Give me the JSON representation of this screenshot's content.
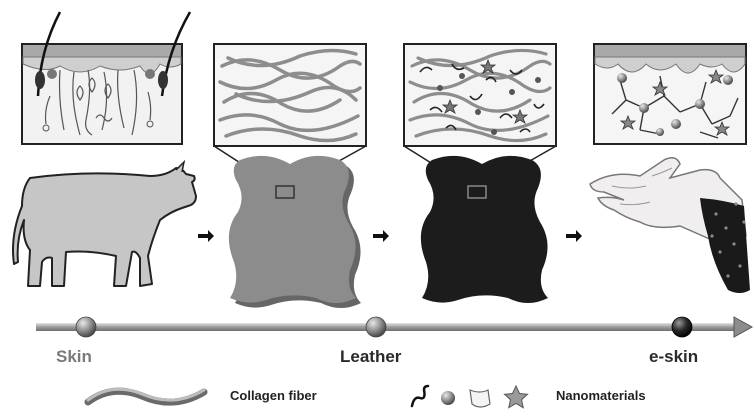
{
  "timeline": {
    "stages": [
      {
        "id": "skin",
        "label": "Skin"
      },
      {
        "id": "leather",
        "label": "Leather"
      },
      {
        "id": "eskin",
        "label": "e-skin"
      }
    ]
  },
  "legend": {
    "fiber_label": "Collagen fiber",
    "nano_label": "Nanomaterials"
  },
  "colors": {
    "hide_gray": "#8c8c8c",
    "hide_black": "#1c1c1c",
    "cow_fill": "#c6c6c6",
    "fiber": "#8d8d8d",
    "nano_accent": "#5a5a5a"
  }
}
